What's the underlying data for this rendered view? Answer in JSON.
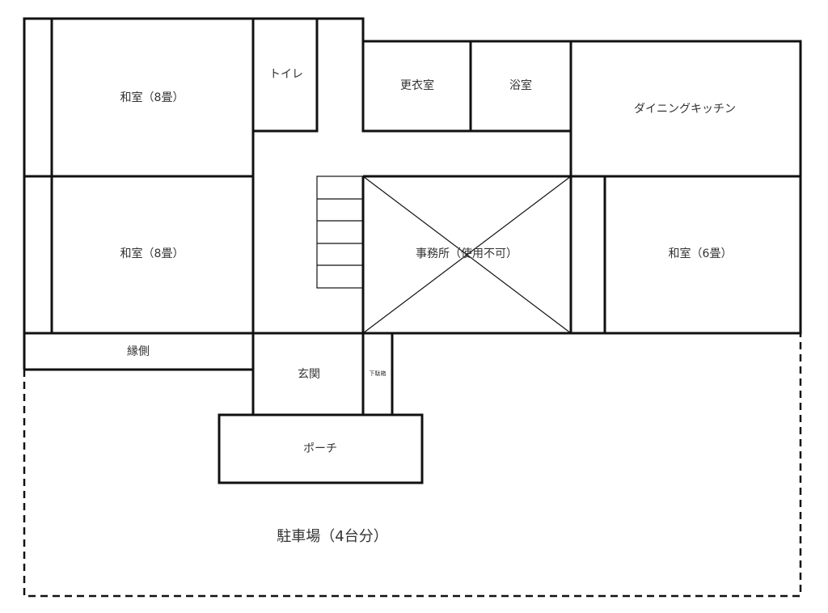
{
  "rooms": {
    "washitsu_top": "和室（8畳）",
    "toilet": "トイレ",
    "changing_room": "更衣室",
    "bathroom": "浴室",
    "dining_kitchen": "ダイニングキッチン",
    "washitsu_mid": "和室（8畳）",
    "office": "事務所（使用不可）",
    "washitsu_6": "和室（6畳）",
    "engawa": "縁側",
    "entrance": "玄関",
    "shoe_cabinet": "下駄箱",
    "porch": "ポーチ",
    "parking": "駐車場（4台分）"
  }
}
